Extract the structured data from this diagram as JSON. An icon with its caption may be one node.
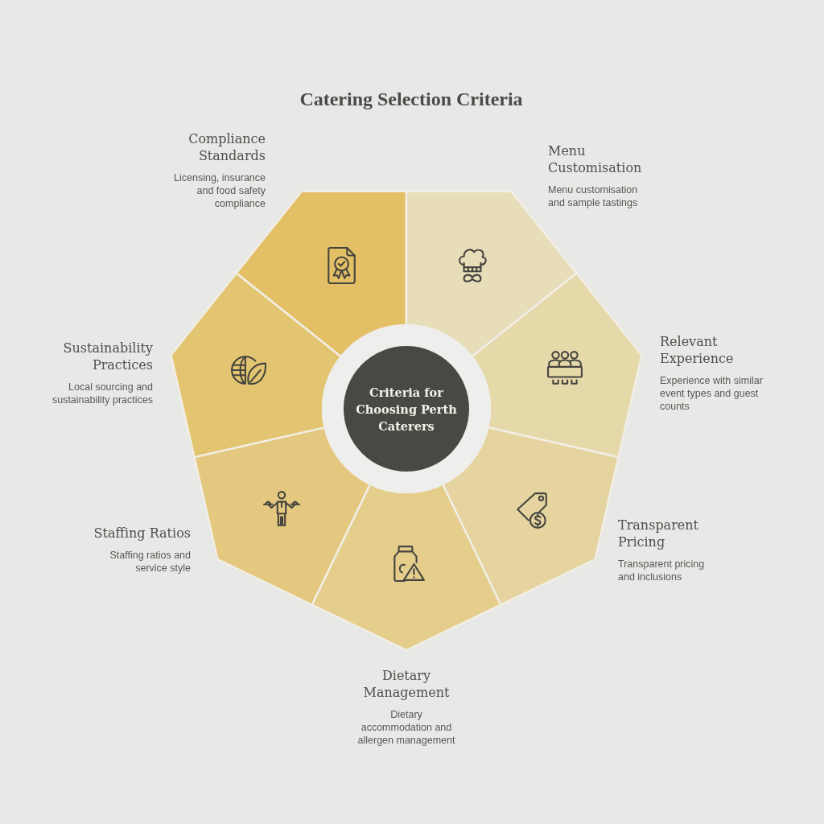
{
  "diagram": {
    "title": "Catering Selection Criteria",
    "nodes": [
      {
        "text": [
          "Criteria for Choosing Perth Caterers"
        ]
      },
      {
        "text": [
          "Compliance Standards",
          "Licensing, insurance and food safety compliance"
        ]
      },
      {
        "text": [
          "Menu Customisation",
          "Menu customisation and sample tastings"
        ]
      },
      {
        "text": [
          "Relevant Experience",
          "Experience with similar event types and guest counts"
        ]
      },
      {
        "text": [
          "Transparent Pricing",
          "Transparent pricing and inclusions"
        ]
      },
      {
        "text": [
          "Dietary Management",
          "Dietary accommodation and allergen management"
        ]
      },
      {
        "text": [
          "Staffing Ratios",
          "Staffing ratios and service style"
        ]
      },
      {
        "text": [
          "Sustainability Practices",
          "Local sourcing and sustainability practices"
        ]
      }
    ]
  }
}
